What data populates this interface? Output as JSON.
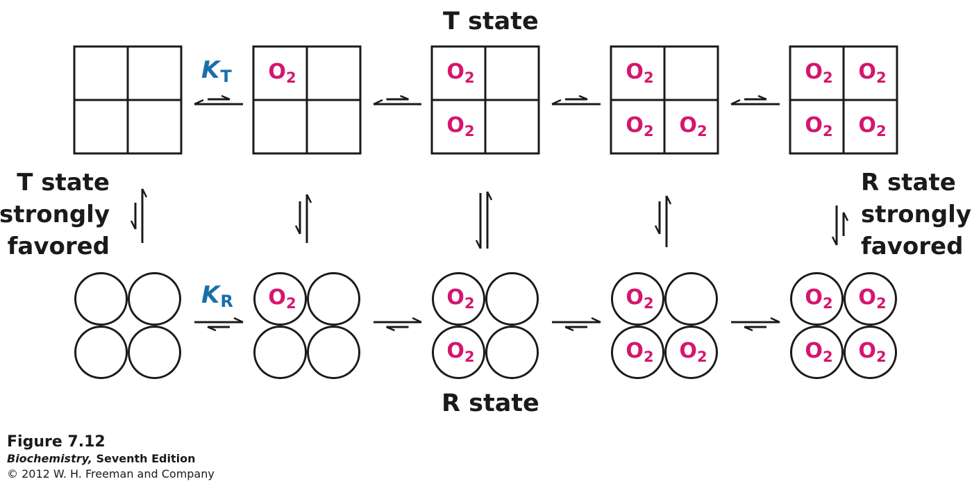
{
  "t_state_label": "T state",
  "r_state_label": "R state",
  "left_label": [
    "T state",
    "strongly",
    "favored"
  ],
  "right_label": [
    "R state",
    "strongly",
    "favored"
  ],
  "kt": {
    "symbol": "K",
    "subscript": "T"
  },
  "kr": {
    "symbol": "K",
    "subscript": "R"
  },
  "o2": {
    "base": "O",
    "subscript": "2"
  },
  "states": [
    {
      "bound": 0,
      "sites": []
    },
    {
      "bound": 1,
      "sites": [
        "top-left"
      ]
    },
    {
      "bound": 2,
      "sites": [
        "top-left",
        "bottom-left"
      ]
    },
    {
      "bound": 3,
      "sites": [
        "top-left",
        "bottom-left",
        "bottom-right"
      ]
    },
    {
      "bound": 4,
      "sites": [
        "top-left",
        "top-right",
        "bottom-left",
        "bottom-right"
      ]
    }
  ],
  "figure": {
    "number": "Figure 7.12",
    "book_title": "Biochemistry,",
    "edition": " Seventh Edition",
    "copyright": "© 2012 W. H. Freeman and Company"
  },
  "colors": {
    "o2": "#d5166e",
    "constant": "#1a6fa8",
    "line": "#1a1a1a",
    "background": "#ffffff"
  }
}
